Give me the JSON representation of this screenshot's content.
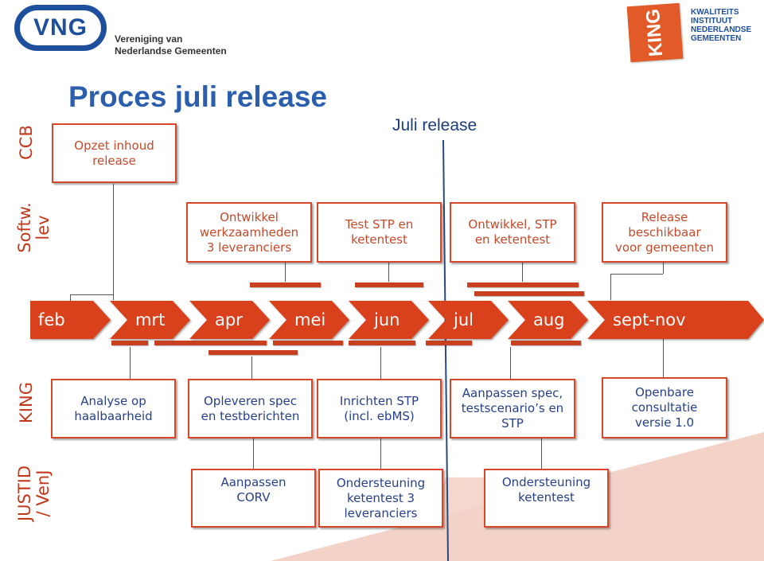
{
  "logos": {
    "vng": {
      "mark": "VNG",
      "line1": "Vereniging van",
      "line2": "Nederlandse Gemeenten"
    },
    "king": {
      "mark": "KING",
      "line1": "KWALITEITS",
      "line2": "INSTITUUT",
      "line3": "NEDERLANDSE",
      "line4": "GEMEENTEN"
    }
  },
  "title": "Proces juli release",
  "milestone_label": "Juli release",
  "row_labels": {
    "ccb": "CCB",
    "softw": "Softw.\nlev",
    "king": "KING",
    "justid": "JUSTID\n/ VenJ"
  },
  "timeline": {
    "months": [
      "feb",
      "mrt",
      "apr",
      "mei",
      "jun",
      "jul",
      "aug",
      "sept-nov"
    ]
  },
  "ccb_box": "Opzet inhoud\nrelease",
  "softw_boxes": [
    "Ontwikkel\nwerkzaamheden\n3 leveranciers",
    "Test STP en\nketentest",
    "Ontwikkel, STP\nen ketentest",
    "Release\nbeschikbaar\nvoor gemeenten"
  ],
  "king_boxes": [
    "Analyse op\nhaalbaarheid",
    "Opleveren spec\nen testberichten",
    "Inrichten STP\n(incl. ebMS)",
    "Aanpassen spec,\ntestscenario’s en\nSTP",
    "Openbare\nconsultatie\nversie 1.0"
  ],
  "justid_boxes": [
    "Aanpassen\nCORV",
    "Ondersteuning\nketentest 3\nleveranciers",
    "Ondersteuning\nketentest"
  ],
  "colors": {
    "accent": "#d8472a",
    "timeline": "#d9411e",
    "top_text": "#c44a2a",
    "bottom_text": "#27408b",
    "title": "#2b5fad",
    "vng_blue": "#1d4f9c",
    "peach": "#f3d3c8"
  }
}
